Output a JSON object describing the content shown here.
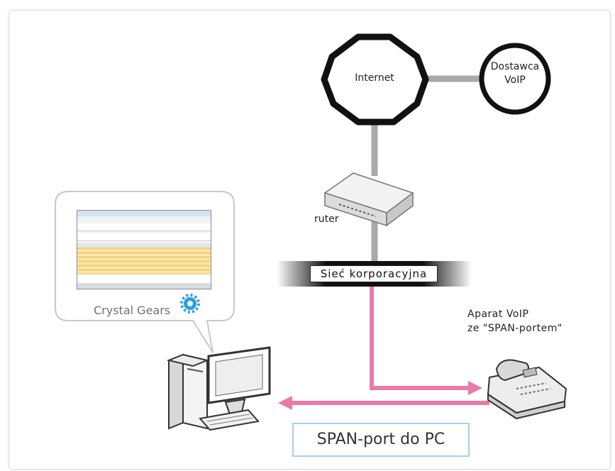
{
  "labels": {
    "internet": "Internet",
    "provider_line1": "Dostawca",
    "provider_line2": "VoIP",
    "router": "ruter",
    "network": "Sieć korporacyjna",
    "phone_line1": "Aparat VoIP",
    "phone_line2": "ze \"SPAN-portem\"",
    "app_name": "Crystal Gears",
    "span_port": "SPAN-port do PC"
  },
  "colors": {
    "link_gray": "#a9a9a9",
    "span_pink": "#ea7aa8",
    "app_gear": "#2a9fe0",
    "callout_border": "#c8c8c8",
    "span_box_border": "#9fd3ea"
  },
  "icons": [
    "octagon-cloud-icon",
    "circle-node-icon",
    "router-icon",
    "desktop-pc-icon",
    "voip-phone-icon",
    "gear-icon",
    "app-screenshot-thumbnail"
  ]
}
